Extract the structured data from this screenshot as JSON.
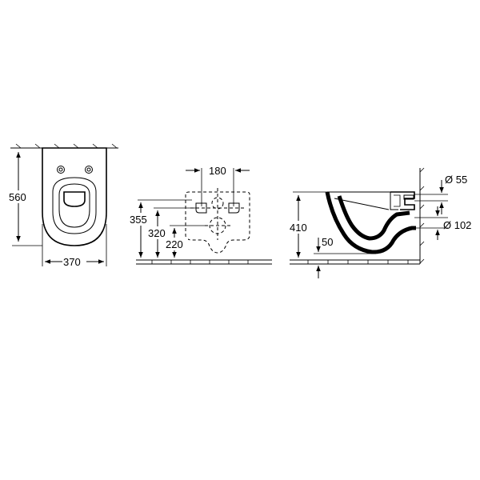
{
  "views": {
    "front": {
      "height_label": "560",
      "width_label": "370"
    },
    "wall": {
      "spacing_label": "180",
      "height_a_label": "355",
      "height_b_label": "320",
      "height_c_label": "220"
    },
    "side": {
      "height_label": "410",
      "floor_label": "50",
      "inlet_label": "Ø 55",
      "outlet_label": "Ø 102"
    }
  }
}
